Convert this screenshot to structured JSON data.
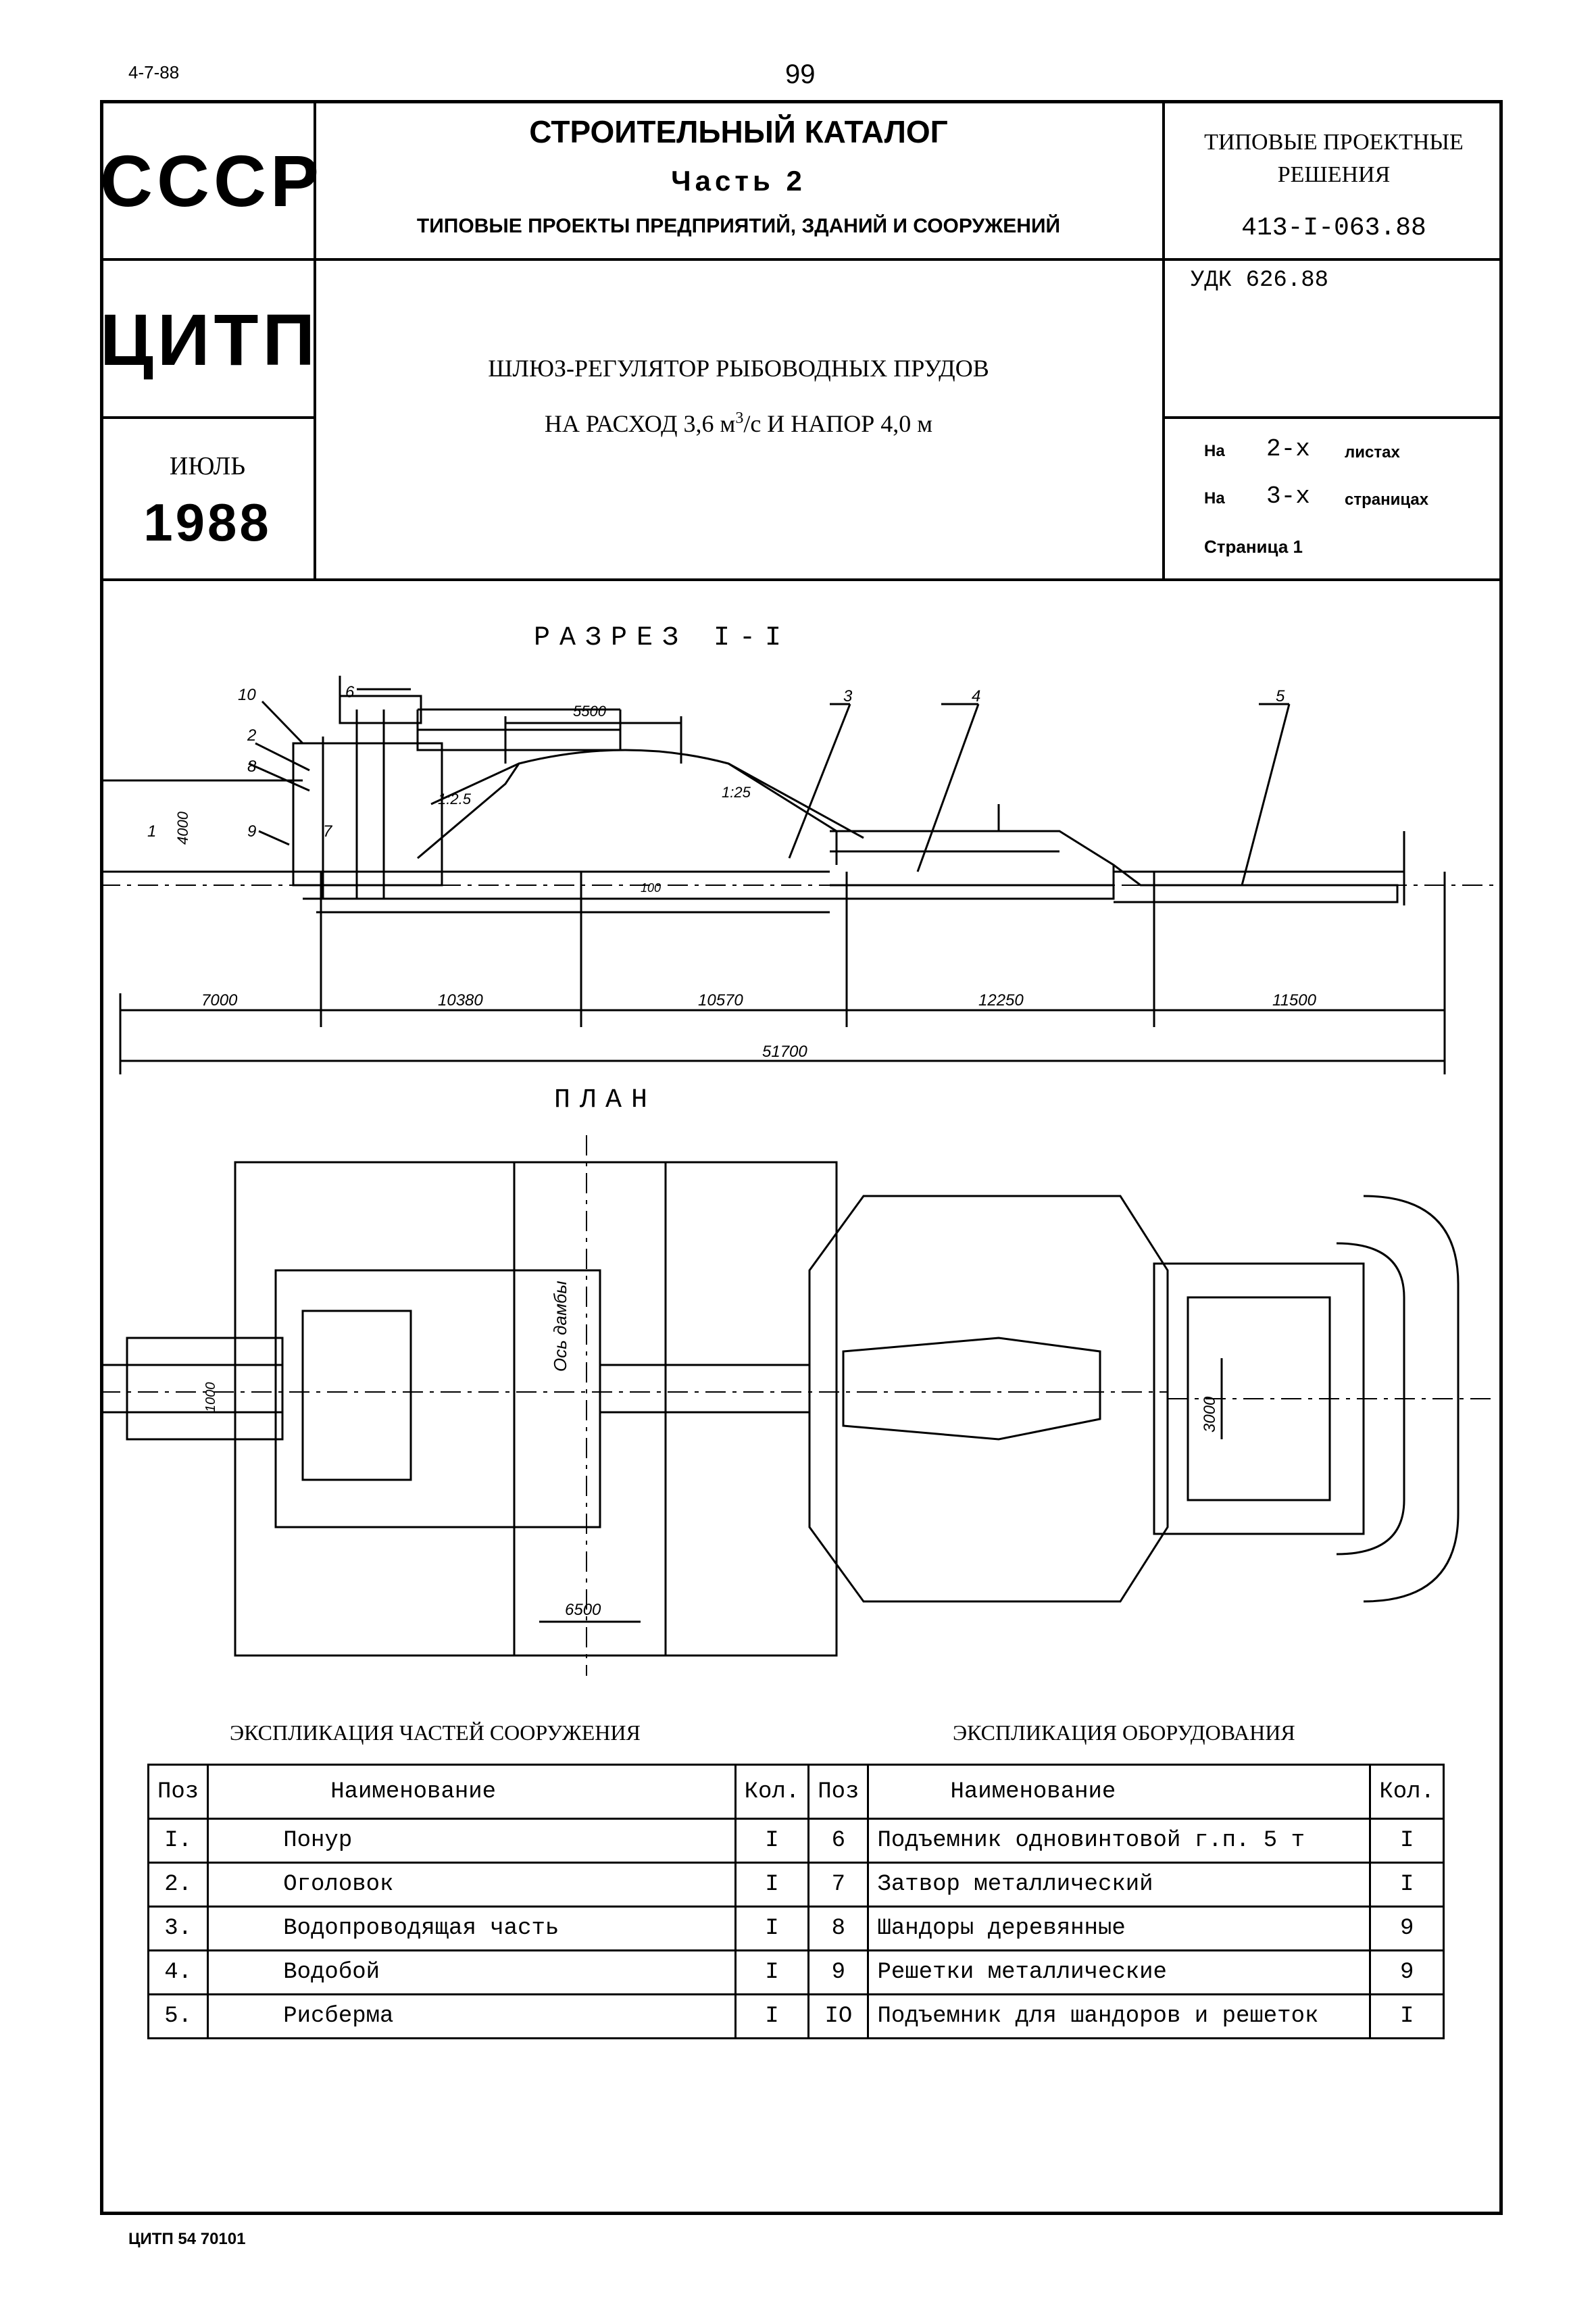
{
  "page_code": "4-7-88",
  "page_number": "99",
  "header": {
    "ussr": "СССР",
    "citp": "ЦИТП",
    "month": "ИЮЛЬ",
    "year": "1988",
    "catalog_title": "СТРОИТЕЛЬНЫЙ КАТАЛОГ",
    "part": "Часть 2",
    "part_subtitle": "ТИПОВЫЕ ПРОЕКТЫ ПРЕДПРИЯТИЙ, ЗДАНИЙ И СООРУЖЕНИЙ",
    "typical_solutions_1": "ТИПОВЫЕ ПРОЕКТНЫЕ",
    "typical_solutions_2": "РЕШЕНИЯ",
    "project_code": "413-I-063.88",
    "udk": "УДК 626.88",
    "project_title_1": "ШЛЮЗ-РЕГУЛЯТОР РЫБОВОДНЫХ ПРУДОВ",
    "project_title_2a": "НА РАСХОД 3,6 м",
    "project_title_2sup": "3",
    "project_title_2b": "/с И НАПОР 4,0 м",
    "sheets_prefix": "На",
    "sheets_count": "2-х",
    "sheets_suffix": "листах",
    "pages_prefix": "На",
    "pages_count": "3-х",
    "pages_suffix": "страницах",
    "page_label": "Страница 1"
  },
  "section": {
    "title": "РАЗРЕЗ I-I",
    "labels": [
      "1",
      "2",
      "3",
      "4",
      "5",
      "6",
      "7",
      "8",
      "9",
      "10"
    ],
    "dim_top": "5500",
    "dim_height": "4000",
    "dim_100": "100",
    "slope_1": "1:2.5",
    "slope_2": "1:25",
    "dims_bottom": [
      "7000",
      "10380",
      "10570",
      "12250",
      "11500"
    ],
    "dim_total": "51700"
  },
  "plan": {
    "title": "ПЛАН",
    "axis_label": "Ось дамбы",
    "dim_6500": "6500",
    "dim_3000": "3000",
    "dim_1000": "1000"
  },
  "expl_parts": {
    "title": "ЭКСПЛИКАЦИЯ ЧАСТЕЙ СООРУЖЕНИЯ",
    "headers": [
      "Поз",
      "Наименование",
      "Кол."
    ],
    "rows": [
      [
        "I.",
        "Понур",
        "I"
      ],
      [
        "2.",
        "Оголовок",
        "I"
      ],
      [
        "3.",
        "Водопроводящая часть",
        "I"
      ],
      [
        "4.",
        "Водобой",
        "I"
      ],
      [
        "5.",
        "Рисберма",
        "I"
      ]
    ]
  },
  "expl_equipment": {
    "title": "ЭКСПЛИКАЦИЯ ОБОРУДОВАНИЯ",
    "headers": [
      "Поз",
      "Наименование",
      "Кол."
    ],
    "rows": [
      [
        "6",
        "Подъемник одновинтовой г.п. 5 т",
        "I"
      ],
      [
        "7",
        "Затвор металлический",
        "I"
      ],
      [
        "8",
        "Шандоры деревянные",
        "9"
      ],
      [
        "9",
        "Решетки металлические",
        "9"
      ],
      [
        "IO",
        "Подъемник для шандоров и решеток",
        "I"
      ]
    ]
  },
  "footer": "ЦИТП 54 70101"
}
